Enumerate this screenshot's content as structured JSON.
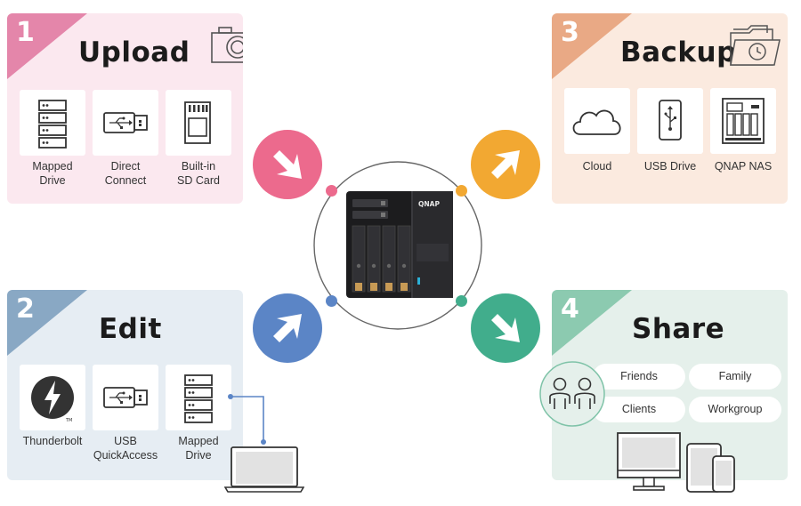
{
  "colors": {
    "upload": "#ec6a8d",
    "edit": "#5b85c6",
    "backup": "#f2a832",
    "share": "#41ad8c",
    "upload_corner": "#e486aa",
    "edit_corner": "#89a8c4",
    "backup_corner": "#e9a985",
    "share_corner": "#8ccab0"
  },
  "upload": {
    "number": "1",
    "title": "Upload",
    "icon": "camera-icon",
    "items": [
      {
        "label": "Mapped\nDrive",
        "icon": "server-icon"
      },
      {
        "label": "Direct\nConnect",
        "icon": "usb-stick-icon"
      },
      {
        "label": "Built-in\nSD Card",
        "icon": "sd-card-icon"
      }
    ]
  },
  "edit": {
    "number": "2",
    "title": "Edit",
    "items": [
      {
        "label": "Thunderbolt",
        "icon": "thunderbolt-icon"
      },
      {
        "label": "USB\nQuickAccess",
        "icon": "usb-stick-icon"
      },
      {
        "label": "Mapped\nDrive",
        "icon": "server-icon"
      }
    ],
    "device_icon": "laptop-icon"
  },
  "backup": {
    "number": "3",
    "title": "Backup",
    "icon": "folder-restore-icon",
    "items": [
      {
        "label": "Cloud",
        "icon": "cloud-icon"
      },
      {
        "label": "USB Drive",
        "icon": "usb-drive-icon"
      },
      {
        "label": "QNAP NAS",
        "icon": "nas-icon"
      }
    ]
  },
  "share": {
    "number": "4",
    "title": "Share",
    "groups": [
      "Friends",
      "Family",
      "Clients",
      "Workgroup"
    ],
    "people_icon": "users-icon",
    "device_icon": "desktop-tablet-phone-icon"
  },
  "nas": {
    "brand": "QNAP"
  }
}
